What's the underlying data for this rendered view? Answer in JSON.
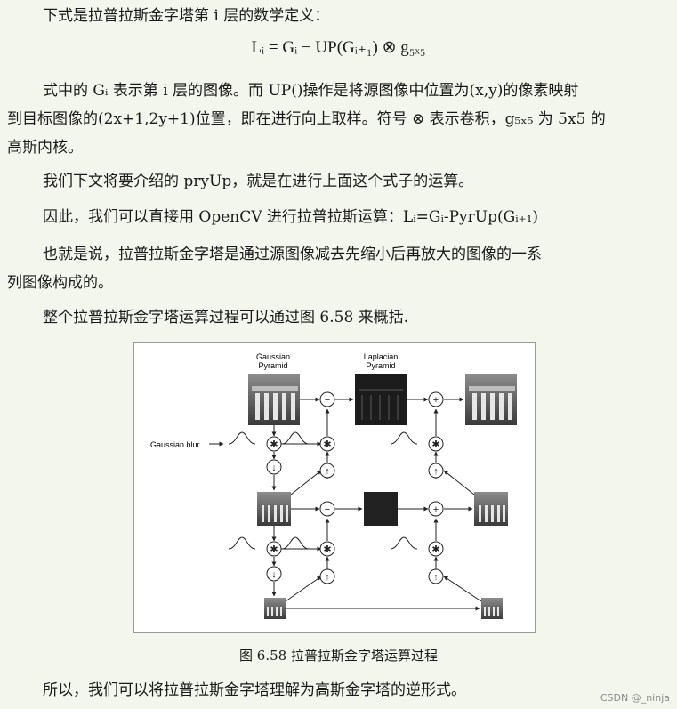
{
  "paragraphs": {
    "intro": "下式是拉普拉斯金字塔第 i 层的数学定义：",
    "formula": "Lᵢ = Gᵢ − UP(Gᵢ₊₁) ⊗ g₅ₓ₅",
    "desc1": "式中的 Gᵢ 表示第 i 层的图像。而 UP()操作是将源图像中位置为(x,y)的像素映射",
    "desc2": "到目标图像的(2x+1,2y+1)位置，即在进行向上取样。符号 ⊗ 表示卷积，g₅ₓ₅ 为 5x5 的",
    "desc3": "高斯内核。",
    "pryup": "我们下文将要介绍的 pryUp，就是在进行上面这个式子的运算。",
    "opencv": "因此，我们可以直接用 OpenCV 进行拉普拉斯运算：Lᵢ=Gᵢ-PyrUp(Gᵢ₊₁)",
    "meaning1": "也就是说，拉普拉斯金字塔是通过源图像减去先缩小后再放大的图像的一系",
    "meaning2": "列图像构成的。",
    "overview": "整个拉普拉斯金字塔运算过程可以通过图 6.58 来概括."
  },
  "figure": {
    "gaussian_label_1": "Gaussian",
    "gaussian_label_2": "Pyramid",
    "laplacian_label_1": "Laplacian",
    "laplacian_label_2": "Pyramid",
    "blur_label": "Gaussian blur",
    "minus": "−",
    "plus": "+",
    "convolve": "✱",
    "down": "↓",
    "up": "↑"
  },
  "caption": "图 6.58    拉普拉斯金字塔运算过程",
  "conclusion": "所以，我们可以将拉普拉斯金字塔理解为高斯金字塔的逆形式。",
  "watermark": "CSDN @_ninja"
}
